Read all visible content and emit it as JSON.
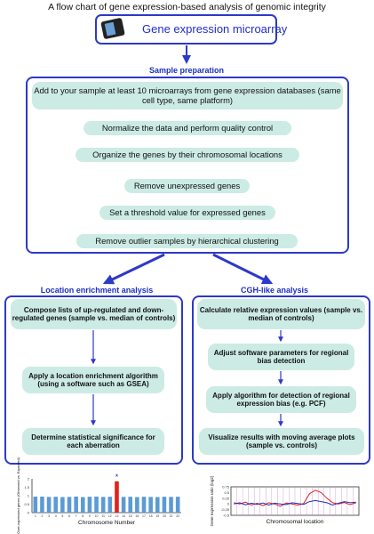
{
  "title": "A flow chart of gene expression-based analysis of genomic integrity",
  "top_box": {
    "label": "Gene expression microarray"
  },
  "sample_prep": {
    "heading": "Sample preparation",
    "steps": [
      "Add to your sample at least 10 microarrays from gene expression databases (same cell type, same platform)",
      "Normalize the data and perform quality control",
      "Organize the genes by their chromosomal locations",
      "Remove unexpressed genes",
      "Set a threshold value for expressed genes",
      "Remove outlier samples by hierarchical clustering"
    ]
  },
  "left_branch": {
    "heading": "Location enrichment analysis",
    "steps": [
      "Compose lists of up-regulated and down-regulated genes (sample vs. median of controls)",
      "Apply a location enrichment algorithm (using a software such as GSEA)",
      "Determine statistical significance for each aberration"
    ]
  },
  "right_branch": {
    "heading": "CGH-like analysis",
    "steps": [
      "Calculate relative expression values (sample vs. median of controls)",
      "Adjust software parameters for regional bias detection",
      "Apply algorithm for detection of regional expression bias (e.g. PCF)",
      "Visualize results with moving average plots (sample vs. controls)"
    ]
  },
  "colors": {
    "arrow": "#2d39c8",
    "pill": "#ccebe4",
    "bar": "#5b9bd5",
    "bar_highlight": "#e0211d"
  },
  "chart_data": [
    {
      "type": "bar",
      "xlabel": "Chromosome Number",
      "ylabel": "Over-expressed genes (Observed vs. Expected)",
      "categories": [
        "1",
        "2",
        "3",
        "4",
        "5",
        "6",
        "7",
        "8",
        "9",
        "10",
        "11",
        "12",
        "13",
        "14",
        "15",
        "16",
        "17",
        "18",
        "19",
        "20",
        "21",
        "22"
      ],
      "values": [
        0.95,
        0.95,
        0.93,
        0.94,
        0.92,
        0.93,
        0.95,
        0.92,
        0.94,
        0.95,
        0.93,
        0.94,
        1.85,
        0.93,
        0.94,
        0.92,
        0.94,
        0.93,
        0.92,
        0.94,
        0.93,
        0.94
      ],
      "highlight_index": 12,
      "annotation": "*",
      "yticks": [
        "0",
        "0.5",
        "1",
        "1.5",
        "2"
      ],
      "ylim": [
        0,
        2
      ]
    },
    {
      "type": "line",
      "xlabel": "Chromosomal location",
      "ylabel": "Gene expression ratio (log2)",
      "yticks": [
        "0.75",
        "0.5",
        "0.25",
        "0",
        "-0.25",
        "-0.5"
      ],
      "ylim": [
        -0.5,
        0.75
      ],
      "series": [
        {
          "color": "#e02020",
          "values": [
            0.05,
            0.0,
            0.08,
            -0.05,
            0.03,
            -0.08,
            0.05,
            0.0,
            -0.1,
            0.04,
            0.0,
            -0.05,
            0.02,
            0.45,
            0.6,
            0.5,
            0.25,
            0.05,
            0.0,
            0.06,
            -0.03,
            0.05
          ]
        },
        {
          "color": "#2030c0",
          "values": [
            0.0,
            0.05,
            -0.04,
            0.03,
            -0.02,
            0.04,
            -0.05,
            0.03,
            0.0,
            -0.03,
            0.05,
            0.02,
            -0.02,
            0.1,
            0.15,
            0.1,
            0.05,
            -0.05,
            0.03,
            0.1,
            0.05,
            0.08
          ]
        }
      ]
    }
  ]
}
